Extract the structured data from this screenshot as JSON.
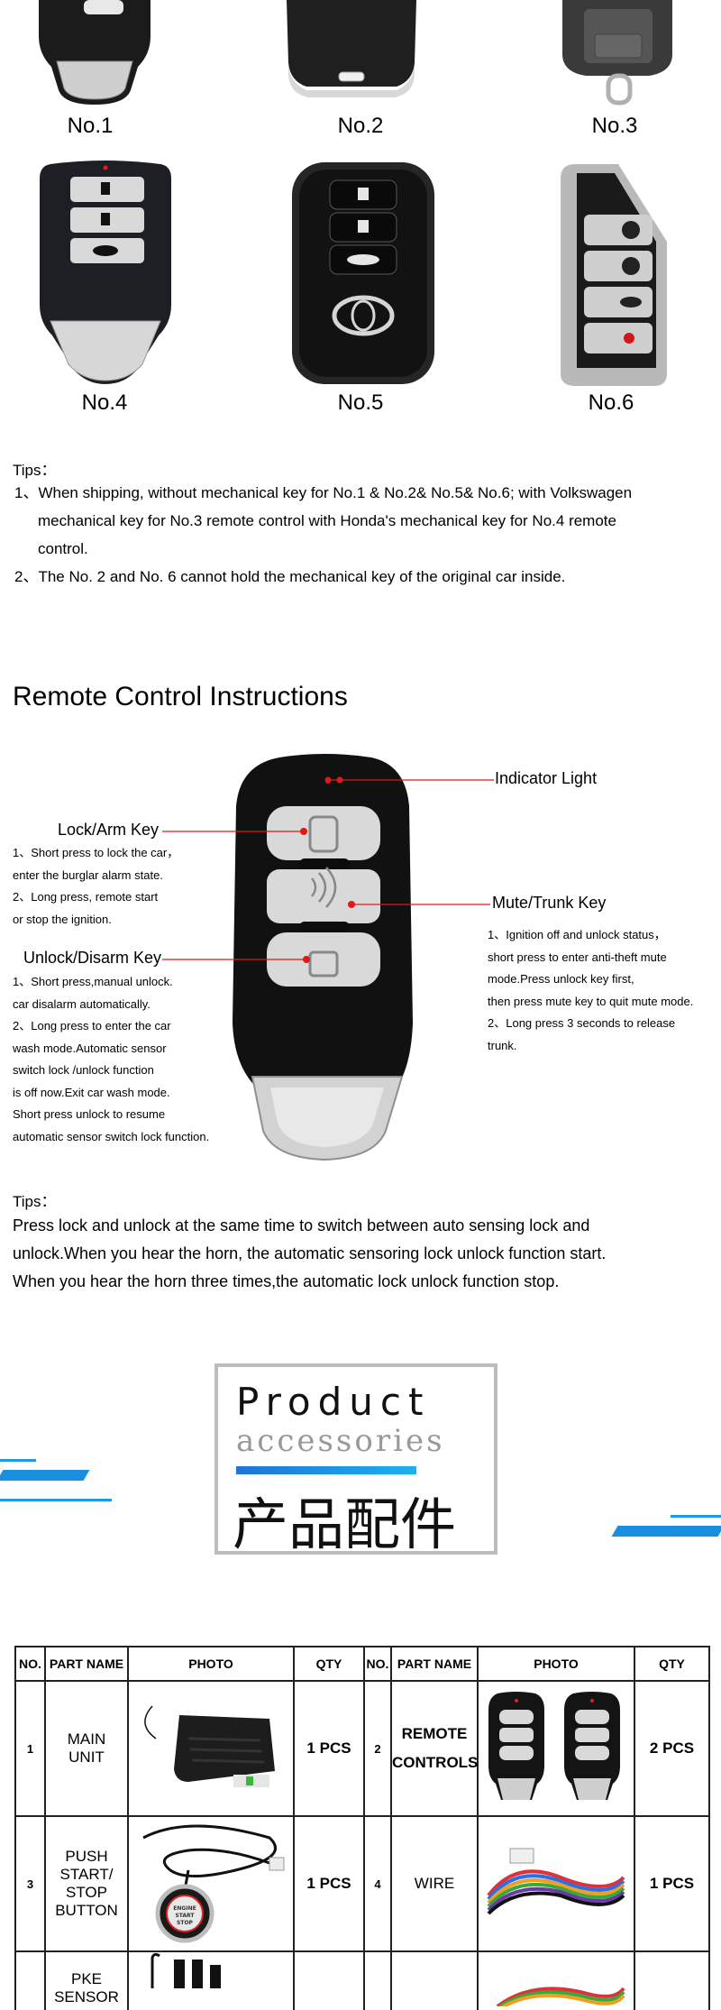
{
  "fobs": [
    {
      "label": "No.1"
    },
    {
      "label": "No.2"
    },
    {
      "label": "No.3"
    },
    {
      "label": "No.4"
    },
    {
      "label": "No.5"
    },
    {
      "label": "No.6"
    }
  ],
  "tips1": {
    "title": "Tips：",
    "lines": [
      "1、When shipping, without mechanical key for No.1 & No.2& No.5& No.6; with Volkswagen",
      "mechanical key for No.3 remote control with Honda's mechanical key for No.4 remote",
      "control.",
      "2、The No. 2 and No. 6 cannot hold the mechanical key of the original car inside."
    ]
  },
  "instructions": {
    "title": "Remote Control Instructions",
    "indicator": "Indicator Light",
    "lock_title": "Lock/Arm Key",
    "lock_text": "1、Short press to lock the car，\nenter the burglar alarm state.\n2、Long press, remote start\nor stop the ignition.",
    "unlock_title": "Unlock/Disarm Key",
    "unlock_text": "1、Short press,manual unlock.\ncar disalarm automatically.\n2、Long press to enter the car\nwash mode.Automatic sensor\nswitch lock /unlock function\nis off now.Exit car wash mode.\nShort press unlock to resume\nautomatic sensor switch lock function.",
    "mute_title": "Mute/Trunk Key",
    "mute_text": "1、Ignition off and unlock status，\nshort press to enter anti-theft mute\nmode.Press unlock key first,\nthen press mute key to quit mute mode.\n2、Long press 3 seconds to release\ntrunk."
  },
  "tips2": {
    "title": "Tips：",
    "lines": [
      "Press lock and unlock at the same time to switch between auto sensing lock and",
      "unlock.When you hear the horn, the automatic sensoring lock unlock function start.",
      "When you hear the horn three times,the automatic lock unlock function stop."
    ]
  },
  "banner": {
    "en": "Product",
    "sub": "accessories",
    "cn": "产品配件"
  },
  "table": {
    "headers": [
      "NO.",
      "PART NAME",
      "PHOTO",
      "QTY",
      "NO.",
      "PART NAME",
      "PHOTO",
      "QTY"
    ],
    "rows": [
      {
        "no1": "1",
        "name1": "MAIN\nUNIT",
        "qty1": "1 PCS",
        "no2": "2",
        "name2": "REMOTE\nCONTROLS",
        "qty2": "2 PCS"
      },
      {
        "no1": "3",
        "name1": "PUSH\nSTART/\nSTOP\nBUTTON",
        "qty1": "1 PCS",
        "no2": "4",
        "name2": "WIRE",
        "qty2": "1 PCS"
      },
      {
        "no1": "",
        "name1": "PKE\nSENSOR",
        "qty1": "",
        "no2": "",
        "name2": "",
        "qty2": ""
      }
    ],
    "button_text": "ENGINE\nSTART\nSTOP"
  }
}
